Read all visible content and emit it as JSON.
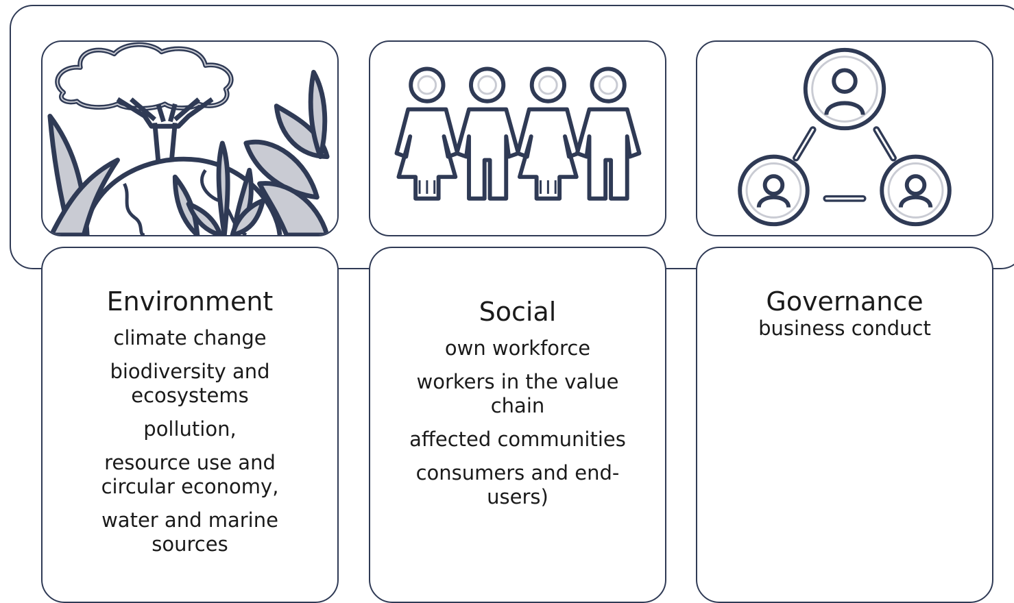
{
  "colors": {
    "outline": "#2f3a55",
    "fill": "#c9cbd3",
    "background": "#ffffff"
  },
  "pillars": [
    {
      "icon": "plants-and-earth-icon",
      "heading": "Environment",
      "items": [
        "climate change",
        "biodiversity and ecosystems",
        "pollution,",
        "resource use and circular economy,",
        "water and marine sources"
      ]
    },
    {
      "icon": "people-group-icon",
      "heading": "Social",
      "items": [
        "own workforce",
        "workers in the value chain",
        "affected communities",
        "consumers and end-users)"
      ]
    },
    {
      "icon": "governance-network-icon",
      "heading": "Governance",
      "items": [
        "business conduct"
      ]
    }
  ]
}
